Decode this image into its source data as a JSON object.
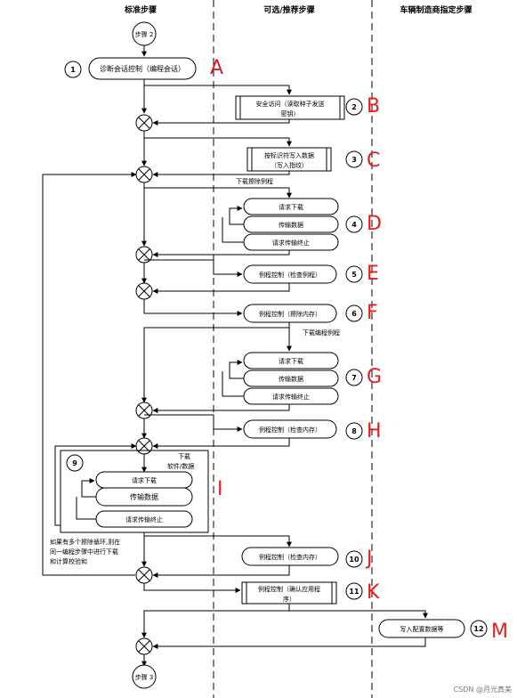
{
  "headers": {
    "standard": "标准步骤",
    "optional": "可选/推荐步骤",
    "oem": "车辆制造商指定步骤"
  },
  "start": "步骤 2",
  "end": "步骤 3",
  "nodes": {
    "n1": "诊断会话控制（编程会话）",
    "n2a": "安全访问（读取种子发送",
    "n2b": "密钥）",
    "n3a": "按标识符写入数据",
    "n3b": "（写入指纹）",
    "n4_title": "下载擦除例程",
    "n4_req": "请求下载",
    "n4_xfer": "传输数据",
    "n4_exit": "请求传输终止",
    "n5": "例程控制（检查例程）",
    "n6": "例程控制（擦除内存）",
    "n7_title": "下载编程例程",
    "n7_req": "请求下载",
    "n7_xfer": "传输数据",
    "n7_exit": "请求传输终止",
    "n8": "例程控制（检查内存）",
    "n9_title_a": "下载",
    "n9_title_b": "软件/数据",
    "n9_req": "请求下载",
    "n9_xfer": "传输数据",
    "n9_exit": "请求传输终止",
    "loop_note_a": "如果有多个擦除循环,则在",
    "loop_note_b": "同一编程步骤中进行下载",
    "loop_note_c": "和计算校验和",
    "n10": "例程控制（检查内存）",
    "n11a": "例程控制（确认应用程",
    "n11b": "序）",
    "n12": "写入配置数据等"
  },
  "step_numbers": [
    "1",
    "2",
    "3",
    "4",
    "5",
    "6",
    "7",
    "8",
    "9",
    "10",
    "11",
    "12"
  ],
  "letters": [
    "A",
    "B",
    "C",
    "D",
    "E",
    "F",
    "G",
    "H",
    "I",
    "J",
    "K",
    "M"
  ],
  "watermark": "CSDN @月光真美",
  "colors": {
    "letters": "#e02020",
    "line": "#000000"
  }
}
